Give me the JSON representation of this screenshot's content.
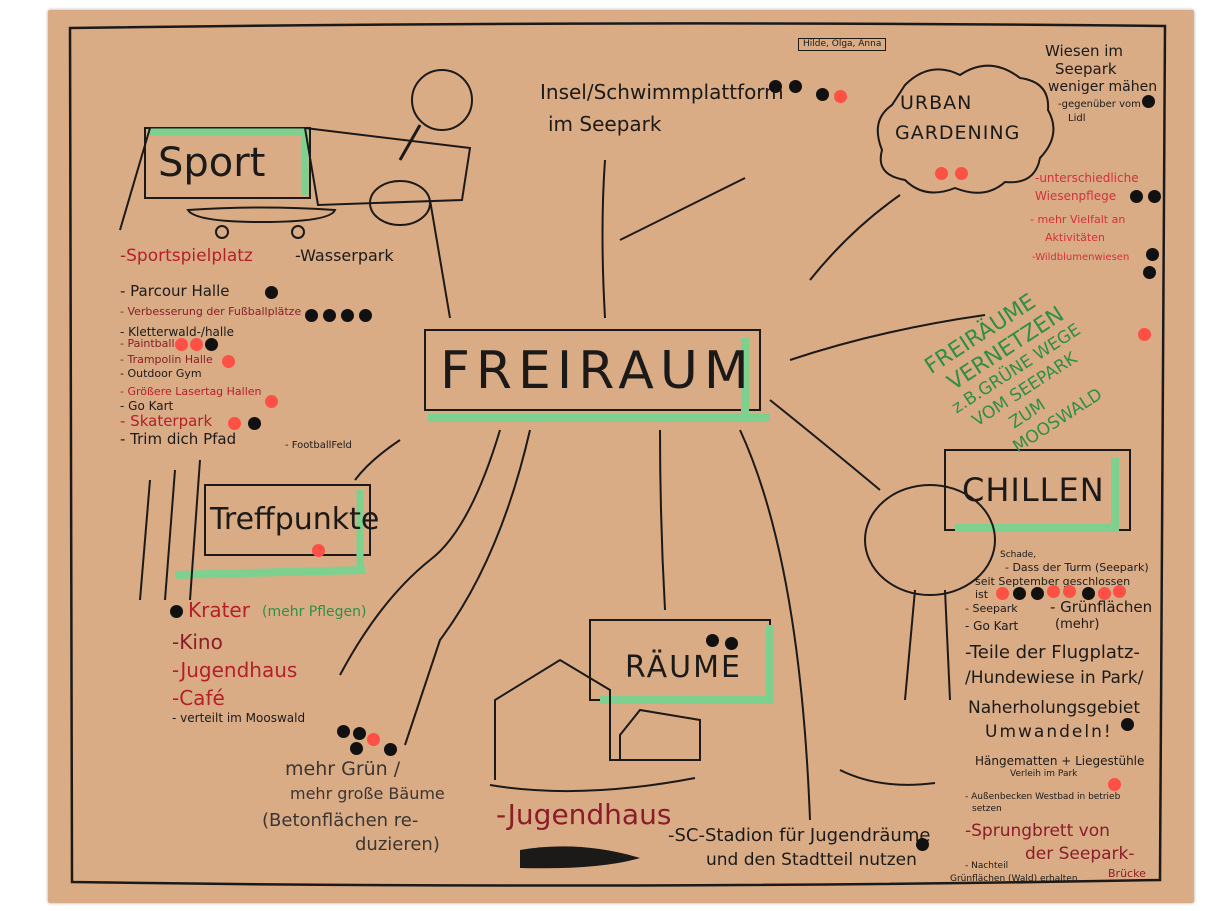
{
  "center_label": "FREIRAUM",
  "topics": {
    "sport": {
      "title": "Sport",
      "items": [
        {
          "text": "-Sportspielplatz",
          "color": "#b41f2a"
        },
        {
          "text": "-Wasserpark",
          "color": "#1c1a19"
        },
        {
          "text": "- Parcour Halle",
          "color": "#1c1a19"
        },
        {
          "text": "- Verbesserung der Fußballplätze",
          "color": "#8a1d29"
        },
        {
          "text": "- Kletterwald-/halle",
          "color": "#1c1a19"
        },
        {
          "text": "- Paintball",
          "color": "#8a1d29"
        },
        {
          "text": "- Trampolin Halle",
          "color": "#8a1d29"
        },
        {
          "text": "- Outdoor Gym",
          "color": "#1c1a19"
        },
        {
          "text": "- Größere Lasertag Hallen",
          "color": "#b41f2a"
        },
        {
          "text": "- Go Kart",
          "color": "#1c1a19"
        },
        {
          "text": "- Skaterpark",
          "color": "#b41f2a"
        },
        {
          "text": "- Trim dich Pfad",
          "color": "#1c1a19"
        },
        {
          "text": "- FootballFeld",
          "color": "#1c1a19"
        }
      ]
    },
    "insel": {
      "line1": "Insel/Schwimmplattform",
      "line2": "im Seepark"
    },
    "urban": {
      "title1": "URBAN",
      "title2": "GARDENING",
      "notes": [
        {
          "text": "Wiesen im",
          "color": "#1c1a19"
        },
        {
          "text": "Seepark",
          "color": "#1c1a19"
        },
        {
          "text": "weniger mähen",
          "color": "#1c1a19"
        },
        {
          "text": "-gegenüber vom",
          "color": "#1c1a19"
        },
        {
          "text": "Lidl",
          "color": "#1c1a19"
        },
        {
          "text": "-unterschiedliche",
          "color": "#d4303a"
        },
        {
          "text": "Wiesenpflege",
          "color": "#d4303a"
        },
        {
          "text": "- mehr Vielfalt an",
          "color": "#d4303a"
        },
        {
          "text": "Aktivitäten",
          "color": "#d4303a"
        },
        {
          "text": "-Wildblumenwiesen",
          "color": "#d4303a"
        }
      ],
      "top_tag": "Hilde, Olga, Anna"
    },
    "freiraeume_vernetzen": [
      "FREIRÄUME",
      "VERNETZEN",
      "z.B.GRÜNE WEGE",
      "VOM SEEPARK",
      "ZUM",
      "MOOSWALD"
    ],
    "treffpunkte": {
      "title": "Treffpunkte",
      "items": [
        {
          "text": "Krater",
          "color": "#b41f2a"
        },
        {
          "text": "(mehr Pflegen)",
          "color": "#2f8f45"
        },
        {
          "text": "-Kino",
          "color": "#8a1d29"
        },
        {
          "text": "-Jugendhaus",
          "color": "#b41f2a"
        },
        {
          "text": "-Café",
          "color": "#b41f2a"
        },
        {
          "text": "- verteilt im Mooswald",
          "color": "#1c1a19"
        }
      ]
    },
    "gruen": [
      "mehr Grün /",
      "mehr große Bäume",
      "(Betonflächen re-",
      "duzieren)"
    ],
    "raeume": {
      "title": "RÄUME",
      "items": [
        "-Jugendhaus",
        "-SC-Stadion für Jugendräume",
        "und den Stadtteil nutzen"
      ]
    },
    "chillen": {
      "title": "CHILLEN",
      "items": [
        {
          "text": "Schade,",
          "color": "#1c1a19"
        },
        {
          "text": "- Dass der Turm (Seepark)",
          "color": "#1c1a19"
        },
        {
          "text": "seit September geschlossen",
          "color": "#1c1a19"
        },
        {
          "text": "ist",
          "color": "#1c1a19"
        },
        {
          "text": "- Seepark",
          "color": "#1c1a19"
        },
        {
          "text": "- Grünflächen",
          "color": "#1c1a19"
        },
        {
          "text": "(mehr)",
          "color": "#1c1a19"
        },
        {
          "text": "- Go Kart",
          "color": "#1c1a19"
        },
        {
          "text": "-Teile der Flugplatz-",
          "color": "#1c1a19"
        },
        {
          "text": "/Hundewiese in Park/",
          "color": "#1c1a19"
        },
        {
          "text": "Naherholungsgebiet",
          "color": "#1c1a19"
        },
        {
          "text": "Umwandeln!",
          "color": "#1c1a19"
        },
        {
          "text": "Hängematten + Liegestühle",
          "color": "#1c1a19"
        },
        {
          "text": "Verleih im Park",
          "color": "#1c1a19"
        },
        {
          "text": "- Außenbecken Westbad in betrieb",
          "color": "#1c1a19"
        },
        {
          "text": "setzen",
          "color": "#1c1a19"
        },
        {
          "text": "-Sprungbrett von",
          "color": "#8a1d29"
        },
        {
          "text": "der Seepark-",
          "color": "#8a1d29"
        },
        {
          "text": "Brücke",
          "color": "#8a1d29"
        },
        {
          "text": "- Nachteil",
          "color": "#1c1a19"
        },
        {
          "text": "Grünflächen (Wald) erhalten",
          "color": "#1c1a19"
        }
      ]
    }
  },
  "colors": {
    "paper": "#d9ac86",
    "ink": "#1c1a19",
    "marker_green": "#7ed08f",
    "marker_yellow": "#f1c05a",
    "dot_red": "#ff5046",
    "dot_black": "#111111"
  }
}
